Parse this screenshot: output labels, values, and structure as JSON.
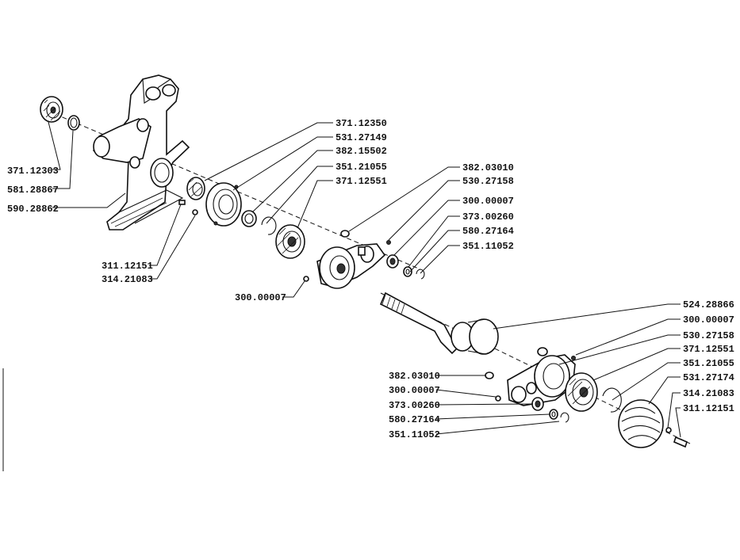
{
  "callouts": [
    {
      "label": "371.12303"
    },
    {
      "label": "581.28867"
    },
    {
      "label": "590.28862"
    },
    {
      "label": "371.12350"
    },
    {
      "label": "531.27149"
    },
    {
      "label": "382.15502"
    },
    {
      "label": "351.21055"
    },
    {
      "label": "371.12551"
    },
    {
      "label": "311.12151"
    },
    {
      "label": "314.21083"
    },
    {
      "label": "382.03010"
    },
    {
      "label": "530.27158"
    },
    {
      "label": "300.00007"
    },
    {
      "label": "373.00260"
    },
    {
      "label": "580.27164"
    },
    {
      "label": "351.11052"
    },
    {
      "label": "300.00007"
    },
    {
      "label": "524.28866"
    },
    {
      "label": "300.00007"
    },
    {
      "label": "530.27158"
    },
    {
      "label": "371.12551"
    },
    {
      "label": "351.21055"
    },
    {
      "label": "531.27174"
    },
    {
      "label": "314.21083"
    },
    {
      "label": "311.12151"
    },
    {
      "label": "382.03010"
    },
    {
      "label": "300.00007"
    },
    {
      "label": "373.00260"
    },
    {
      "label": "580.27164"
    },
    {
      "label": "351.11052"
    }
  ]
}
